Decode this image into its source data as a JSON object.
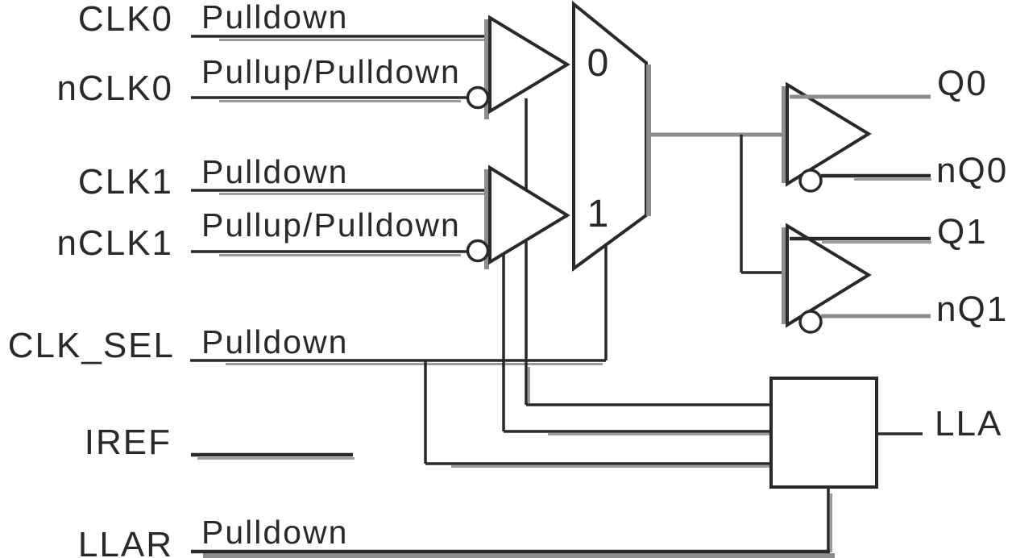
{
  "diagram": {
    "pins": {
      "clk0": {
        "label": "CLK0",
        "attr": "Pulldown"
      },
      "nclk0": {
        "label": "nCLK0",
        "attr": "Pullup/Pulldown"
      },
      "clk1": {
        "label": "CLK1",
        "attr": "Pulldown"
      },
      "nclk1": {
        "label": "nCLK1",
        "attr": "Pullup/Pulldown"
      },
      "clk_sel": {
        "label": "CLK_SEL",
        "attr": "Pulldown"
      },
      "iref": {
        "label": "IREF"
      },
      "llar": {
        "label": "LLAR",
        "attr": "Pulldown"
      },
      "q0": {
        "label": "Q0"
      },
      "nq0": {
        "label": "nQ0"
      },
      "q1": {
        "label": "Q1"
      },
      "nq1": {
        "label": "nQ1"
      },
      "lla": {
        "label": "LLA"
      }
    },
    "mux": {
      "input0": "0",
      "input1": "1"
    },
    "colors": {
      "line": "#2b2826",
      "shadow": "#8c8c8c",
      "background": "#ffffff"
    }
  }
}
